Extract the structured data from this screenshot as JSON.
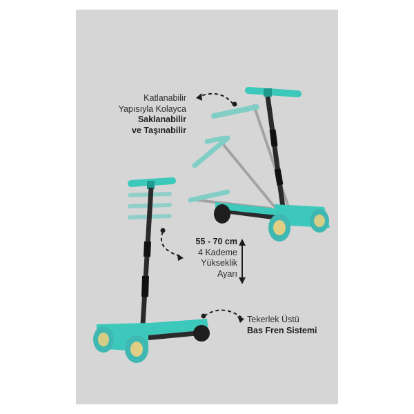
{
  "colors": {
    "background": "#d6d6d6",
    "teal": "#3cc8bb",
    "teal_dark": "#1f9a8f",
    "black": "#1e1e1e",
    "text": "#2b2b2b"
  },
  "annotations": {
    "fold": {
      "line1": "Katlanabilir",
      "line2": "Yapısıyla Kolayca",
      "line3_bold": "Saklanabilir",
      "line4_bold": "ve Taşınabilir"
    },
    "height": {
      "line1_bold": "55 - 70 cm",
      "line2": "4 Kademe",
      "line3": "Yükseklik",
      "line4": "Ayarı"
    },
    "brake": {
      "line1": "Tekerlek Üstü",
      "line2_bold": "Bas Fren Sistemi"
    }
  },
  "icons": [
    "curved-dashed-arrow-icon",
    "double-headed-arrow-icon"
  ]
}
